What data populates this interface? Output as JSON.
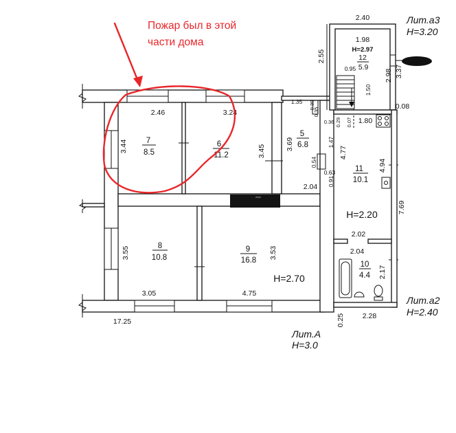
{
  "annotation": {
    "line1": "Пожар был в этой",
    "line2": "части дома"
  },
  "lit": {
    "a3": {
      "name": "Лит.а3",
      "height": "H=3.20"
    },
    "a2": {
      "name": "Лит.а2",
      "height": "H=2.40"
    },
    "a": {
      "name": "Лит.А",
      "height": "H=3.0"
    }
  },
  "rooms": {
    "r12": {
      "number": "12",
      "area": "5.9",
      "height": "H=2.97"
    },
    "r7": {
      "number": "7",
      "area": "8.5"
    },
    "r6": {
      "number": "6",
      "area": "11.2"
    },
    "r5": {
      "number": "5",
      "area": "6.8"
    },
    "r11": {
      "number": "11",
      "area": "10.1",
      "height": "H=2.20"
    },
    "r8": {
      "number": "8",
      "area": "10.8"
    },
    "r9": {
      "number": "9",
      "area": "16.8",
      "height": "H=2.70"
    },
    "r10": {
      "number": "10",
      "area": "4.4"
    }
  },
  "dims": {
    "a3_width": "2.40",
    "r12_width": "1.98",
    "a3_left": "2.55",
    "r12_right": "2.98",
    "a3_right": "3.37",
    "stair_width": "0.95",
    "stair_length": "1.50",
    "a3_offset": "0.08",
    "r5_top": "1.35",
    "w039": "0.39",
    "w035": "0.35",
    "w036": "0.36",
    "w029": "0.29",
    "w007": "0.07",
    "r11_top": "1.80",
    "r7_width": "2.46",
    "r6_width": "3.24",
    "r7_depth": "3.44",
    "r6_depth": "3.45",
    "r5_depth": "3.69",
    "r5_step": "1.47",
    "r11_left": "4.77",
    "r11_right": "4.94",
    "r5_054": "0.54",
    "r5_063": "0.63",
    "r5_bottom": "2.04",
    "r5_091": "0.91",
    "a2_total": "7.69",
    "r11_bottom": "2.02",
    "r10_top": "2.04",
    "r8_depth": "3.55",
    "r9_depth": "3.53",
    "r10_depth": "2.17",
    "r8_width": "3.05",
    "r9_width": "4.75",
    "total_length": "17.25",
    "r10_bottom": "2.28",
    "a2_025": "0.25"
  },
  "colors": {
    "annotation": "#e8262a",
    "lines": "#111111",
    "redaction": "#111111"
  }
}
